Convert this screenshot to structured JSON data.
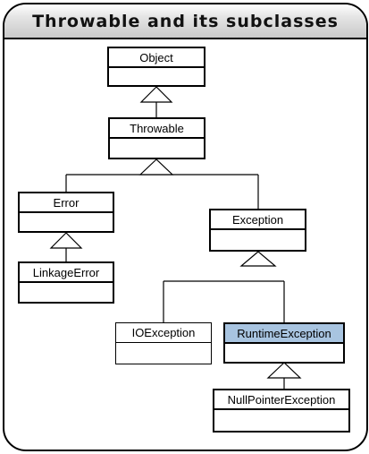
{
  "title": "Throwable and its subclasses",
  "classes": {
    "object": "Object",
    "throwable": "Throwable",
    "error": "Error",
    "linkage_error": "LinkageError",
    "exception": "Exception",
    "io_exception": "IOException",
    "runtime_exception": "RuntimeException",
    "null_pointer_exception": "NullPointerException"
  },
  "colors": {
    "highlight": "#a8c4e0",
    "line": "#000000"
  }
}
